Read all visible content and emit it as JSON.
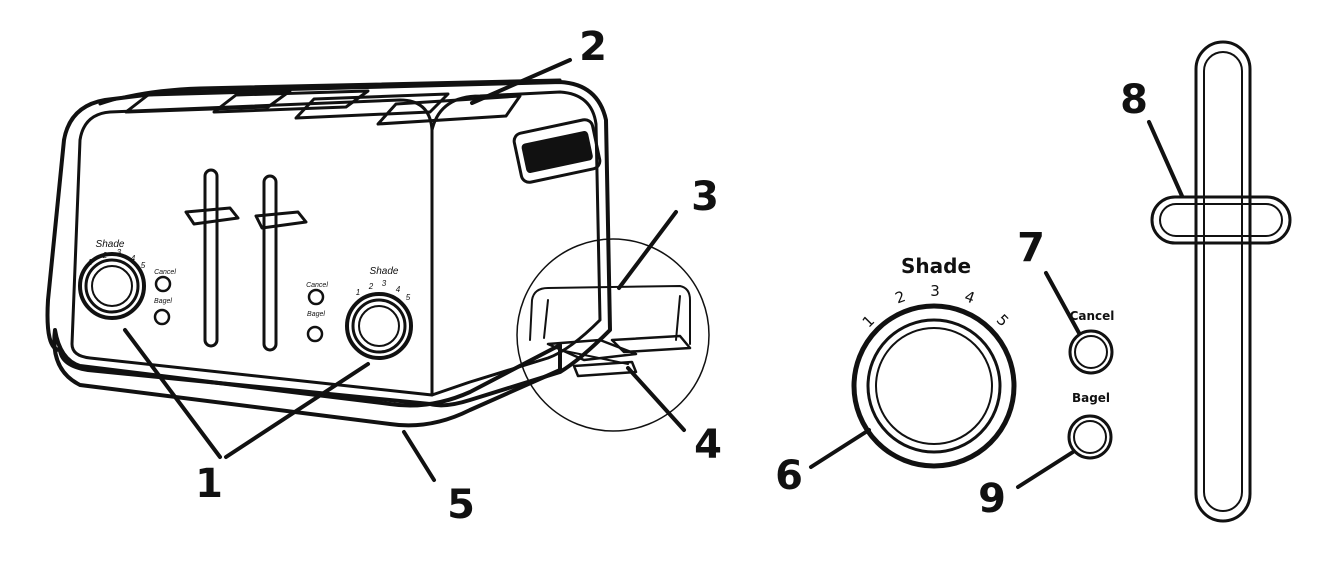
{
  "toaster_labels": {
    "shade": "Shade",
    "scale": [
      "1",
      "2",
      "3",
      "4",
      "5"
    ],
    "cancel": "Cancel",
    "bagel": "Bagel"
  },
  "detail_labels": {
    "shade": "Shade",
    "scale": [
      "1",
      "2",
      "3",
      "4",
      "5"
    ],
    "cancel": "Cancel",
    "bagel": "Bagel"
  },
  "callouts": {
    "c1": "1",
    "c2": "2",
    "c3": "3",
    "c4": "4",
    "c5": "5",
    "c6": "6",
    "c7": "7",
    "c8": "8",
    "c9": "9"
  }
}
